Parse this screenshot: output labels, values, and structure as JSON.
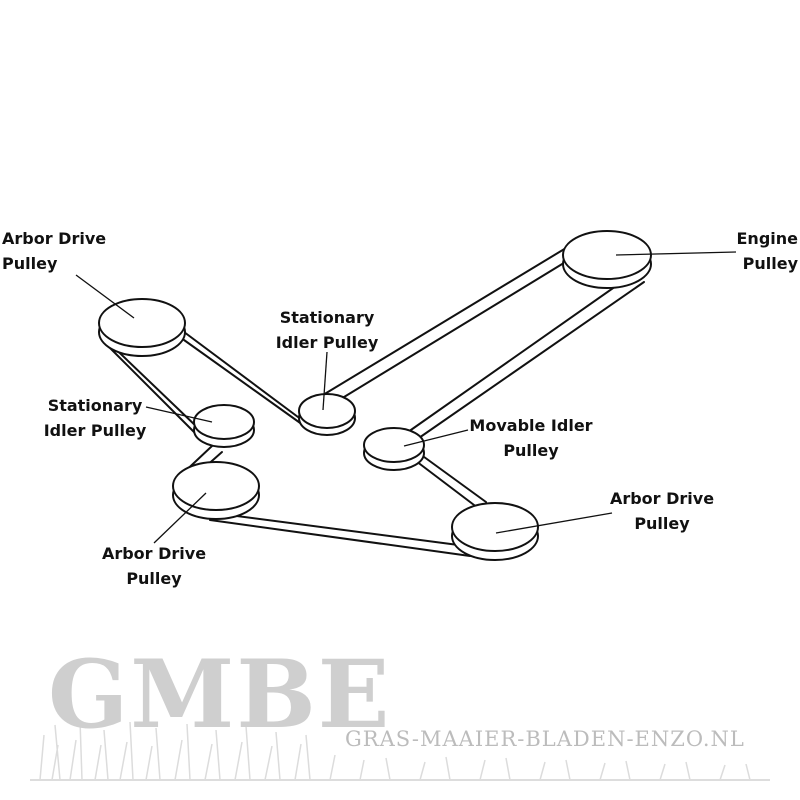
{
  "labels": {
    "arbor_drive_top_left": [
      "Arbor Drive",
      "Pulley"
    ],
    "stationary_idler_center": [
      "Stationary",
      "Idler Pulley"
    ],
    "engine": [
      "Engine",
      "Pulley"
    ],
    "stationary_idler_left": [
      "Stationary",
      "Idler Pulley"
    ],
    "movable_idler": [
      "Movable Idler",
      "Pulley"
    ],
    "arbor_drive_bottom_right": [
      "Arbor Drive",
      "Pulley"
    ],
    "arbor_drive_bottom_left": [
      "Arbor Drive",
      "Pulley"
    ]
  },
  "watermark": {
    "brand": "GMBE",
    "url": "GRAS-MAAIER-BLADEN-ENZO.NL"
  },
  "colors": {
    "line": "#111111",
    "watermark": "#cfcfcf"
  }
}
